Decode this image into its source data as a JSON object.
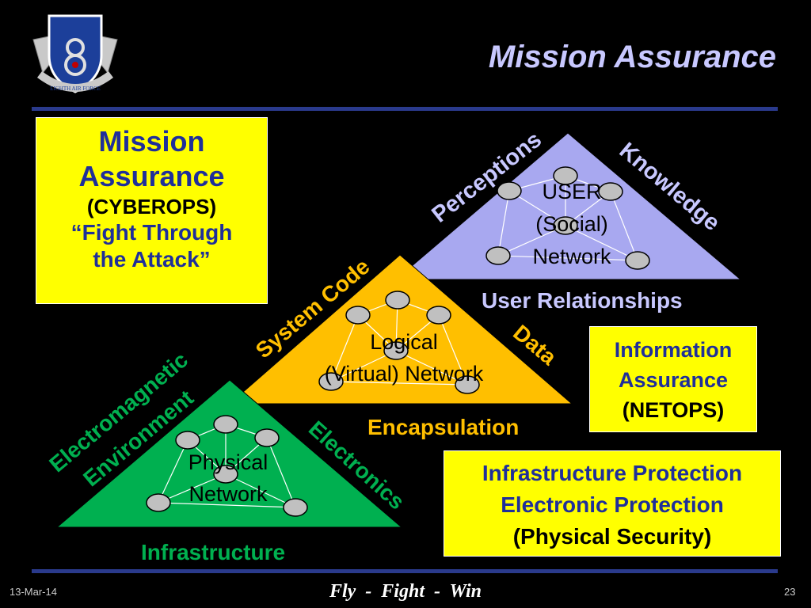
{
  "title": "Mission Assurance",
  "logo": {
    "text": "EIGHTH AIR FORCE",
    "numeral": "8"
  },
  "mission_box": {
    "line1": "Mission",
    "line2": "Assurance",
    "line3": "(CYBEROPS)",
    "line4": "“Fight Through",
    "line5": "the Attack”"
  },
  "user_triangle": {
    "line1": "USER",
    "line2": "(Social)",
    "line3": "Network",
    "label_left": "Perceptions",
    "label_right": "Knowledge",
    "label_bottom": "User Relationships"
  },
  "logical_triangle": {
    "line1": "Logical",
    "line2": "(Virtual) Network",
    "label_left": "System Code",
    "label_right": "Data",
    "label_bottom": "Encapsulation"
  },
  "physical_triangle": {
    "line1": "Physical",
    "line2": "Network",
    "label_left1": "Electromagnetic",
    "label_left2": "Environment",
    "label_right": "Electronics",
    "label_bottom": "Infrastructure"
  },
  "info_box": {
    "line1": "Information",
    "line2": "Assurance",
    "line3": "(NETOPS)"
  },
  "infra_box": {
    "line1": "Infrastructure Protection",
    "line2": "Electronic Protection",
    "line3": "(Physical Security)"
  },
  "footer": {
    "date": "13-Mar-14",
    "slogan": "Fly  -  Fight  -  Win",
    "page": "23"
  },
  "colors": {
    "user": "#a8a8f0",
    "logical": "#ffbf00",
    "physical": "#00b050",
    "box": "#ffff00",
    "label_user": "#c8c8ff",
    "label_logical": "#ffbf00",
    "label_physical": "#00b050"
  }
}
